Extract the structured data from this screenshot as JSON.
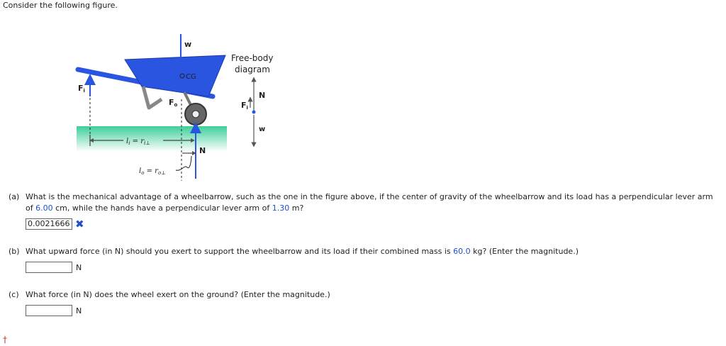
{
  "intro": "Consider the following figure.",
  "figure": {
    "w_label": "w",
    "cg_label": "CG",
    "fi_label": "F",
    "fi_sub": "i",
    "fo_label": "F",
    "fo_sub": "o",
    "n_label": "N",
    "li_label": "l",
    "li_sub": "i",
    "li_eq": " = r",
    "li_r_sub": "i⊥",
    "lo_label": "l",
    "lo_sub": "o",
    "lo_eq": " = r",
    "lo_r_sub": "o⊥",
    "fbd_title_line1": "Free-body",
    "fbd_title_line2": "diagram",
    "fbd_n": "N",
    "fbd_fi": "F",
    "fbd_fi_sub": "i",
    "fbd_w": "w",
    "colors": {
      "barrow": "#2a55e0",
      "ground": "#3ecf98",
      "arrow": "#2a55e0",
      "wheel": "#666666"
    }
  },
  "questions": [
    {
      "num": "(a)",
      "pre1": "What is the mechanical advantage of a wheelbarrow, such as the one in the figure above, if the center of gravity of the wheelbarrow and its load has a perpendicular lever arm of ",
      "v1": "6.00",
      "mid1": " cm, while the hands have a perpendicular lever arm of ",
      "v2": "1.30",
      "post": " m?",
      "answer": "0.00216666",
      "unit": "",
      "status_icon": "wrong-x-icon",
      "status": "✖"
    },
    {
      "num": "(b)",
      "pre1": "What upward force (in N) should you exert to support the wheelbarrow and its load if their combined mass is ",
      "v1": "60.0",
      "post": " kg? (Enter the magnitude.)",
      "answer": "",
      "unit": "N"
    },
    {
      "num": "(c)",
      "text": "What force (in N) does the wheel exert on the ground? (Enter the magnitude.)",
      "answer": "",
      "unit": "N"
    }
  ],
  "footer_mark": "†"
}
